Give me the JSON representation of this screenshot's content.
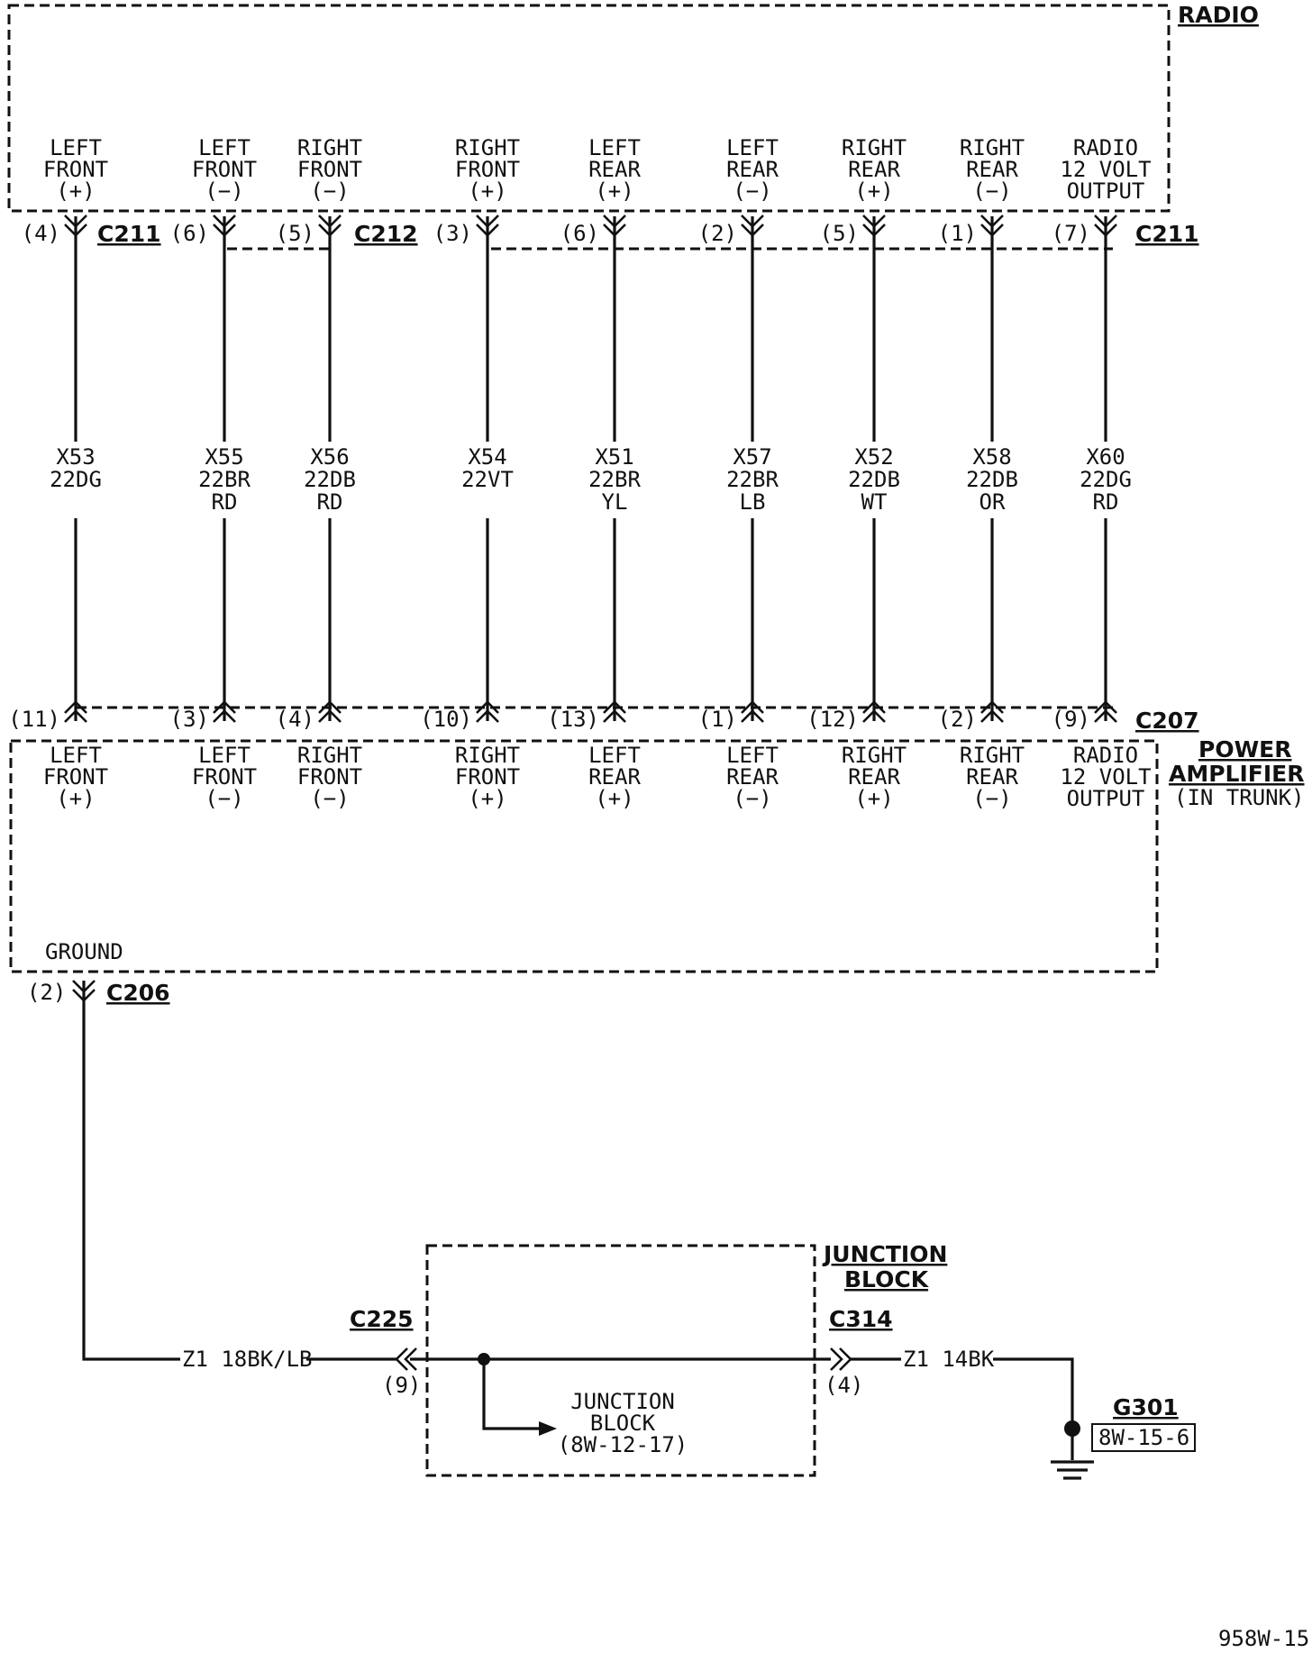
{
  "radio": {
    "title": "RADIO",
    "connectors": {
      "c211": "C211",
      "c212": "C212"
    }
  },
  "amplifier": {
    "title_line1": "POWER",
    "title_line2": "AMPLIFIER",
    "subtitle": "(IN TRUNK)",
    "connector": "C207",
    "ground_label": "GROUND",
    "ground_pin": "(2)",
    "ground_connector": "C206"
  },
  "circuits": [
    {
      "radio_label": [
        "LEFT",
        "FRONT",
        "(+)"
      ],
      "radio_pin": "(4)",
      "wire": [
        "X53",
        "22DG"
      ],
      "amp_pin": "(11)",
      "amp_label": [
        "LEFT",
        "FRONT",
        "(+)"
      ]
    },
    {
      "radio_label": [
        "LEFT",
        "FRONT",
        "(−)"
      ],
      "radio_pin": "(6)",
      "wire": [
        "X55",
        "22BR",
        "RD"
      ],
      "amp_pin": "(3)",
      "amp_label": [
        "LEFT",
        "FRONT",
        "(−)"
      ]
    },
    {
      "radio_label": [
        "RIGHT",
        "FRONT",
        "(−)"
      ],
      "radio_pin": "(5)",
      "wire": [
        "X56",
        "22DB",
        "RD"
      ],
      "amp_pin": "(4)",
      "amp_label": [
        "RIGHT",
        "FRONT",
        "(−)"
      ]
    },
    {
      "radio_label": [
        "RIGHT",
        "FRONT",
        "(+)"
      ],
      "radio_pin": "(3)",
      "wire": [
        "X54",
        "22VT"
      ],
      "amp_pin": "(10)",
      "amp_label": [
        "RIGHT",
        "FRONT",
        "(+)"
      ]
    },
    {
      "radio_label": [
        "LEFT",
        "REAR",
        "(+)"
      ],
      "radio_pin": "(6)",
      "wire": [
        "X51",
        "22BR",
        "YL"
      ],
      "amp_pin": "(13)",
      "amp_label": [
        "LEFT",
        "REAR",
        "(+)"
      ]
    },
    {
      "radio_label": [
        "LEFT",
        "REAR",
        "(−)"
      ],
      "radio_pin": "(2)",
      "wire": [
        "X57",
        "22BR",
        "LB"
      ],
      "amp_pin": "(1)",
      "amp_label": [
        "LEFT",
        "REAR",
        "(−)"
      ]
    },
    {
      "radio_label": [
        "RIGHT",
        "REAR",
        "(+)"
      ],
      "radio_pin": "(5)",
      "wire": [
        "X52",
        "22DB",
        "WT"
      ],
      "amp_pin": "(12)",
      "amp_label": [
        "RIGHT",
        "REAR",
        "(+)"
      ]
    },
    {
      "radio_label": [
        "RIGHT",
        "REAR",
        "(−)"
      ],
      "radio_pin": "(1)",
      "wire": [
        "X58",
        "22DB",
        "OR"
      ],
      "amp_pin": "(2)",
      "amp_label": [
        "RIGHT",
        "REAR",
        "(−)"
      ]
    },
    {
      "radio_label": [
        "RADIO",
        "12 VOLT",
        "OUTPUT"
      ],
      "radio_pin": "(7)",
      "wire": [
        "X60",
        "22DG",
        "RD"
      ],
      "amp_pin": "(9)",
      "amp_label": [
        "RADIO",
        "12 VOLT",
        "OUTPUT"
      ]
    }
  ],
  "ground_path": {
    "wire_left": "Z1 18BK/LB",
    "wire_right": "Z1 14BK",
    "c225": "C225",
    "c225_pin": "(9)",
    "c314": "C314",
    "c314_pin": "(4)"
  },
  "junction_block": {
    "title_line1": "JUNCTION",
    "title_line2": "BLOCK",
    "inner_line1": "JUNCTION",
    "inner_line2": "BLOCK",
    "inner_line3": "(8W-12-17)"
  },
  "ground": {
    "id": "G301",
    "ref": "8W-15-6",
    "icon": "ground-symbol-icon"
  },
  "figure_code": "958W-15"
}
